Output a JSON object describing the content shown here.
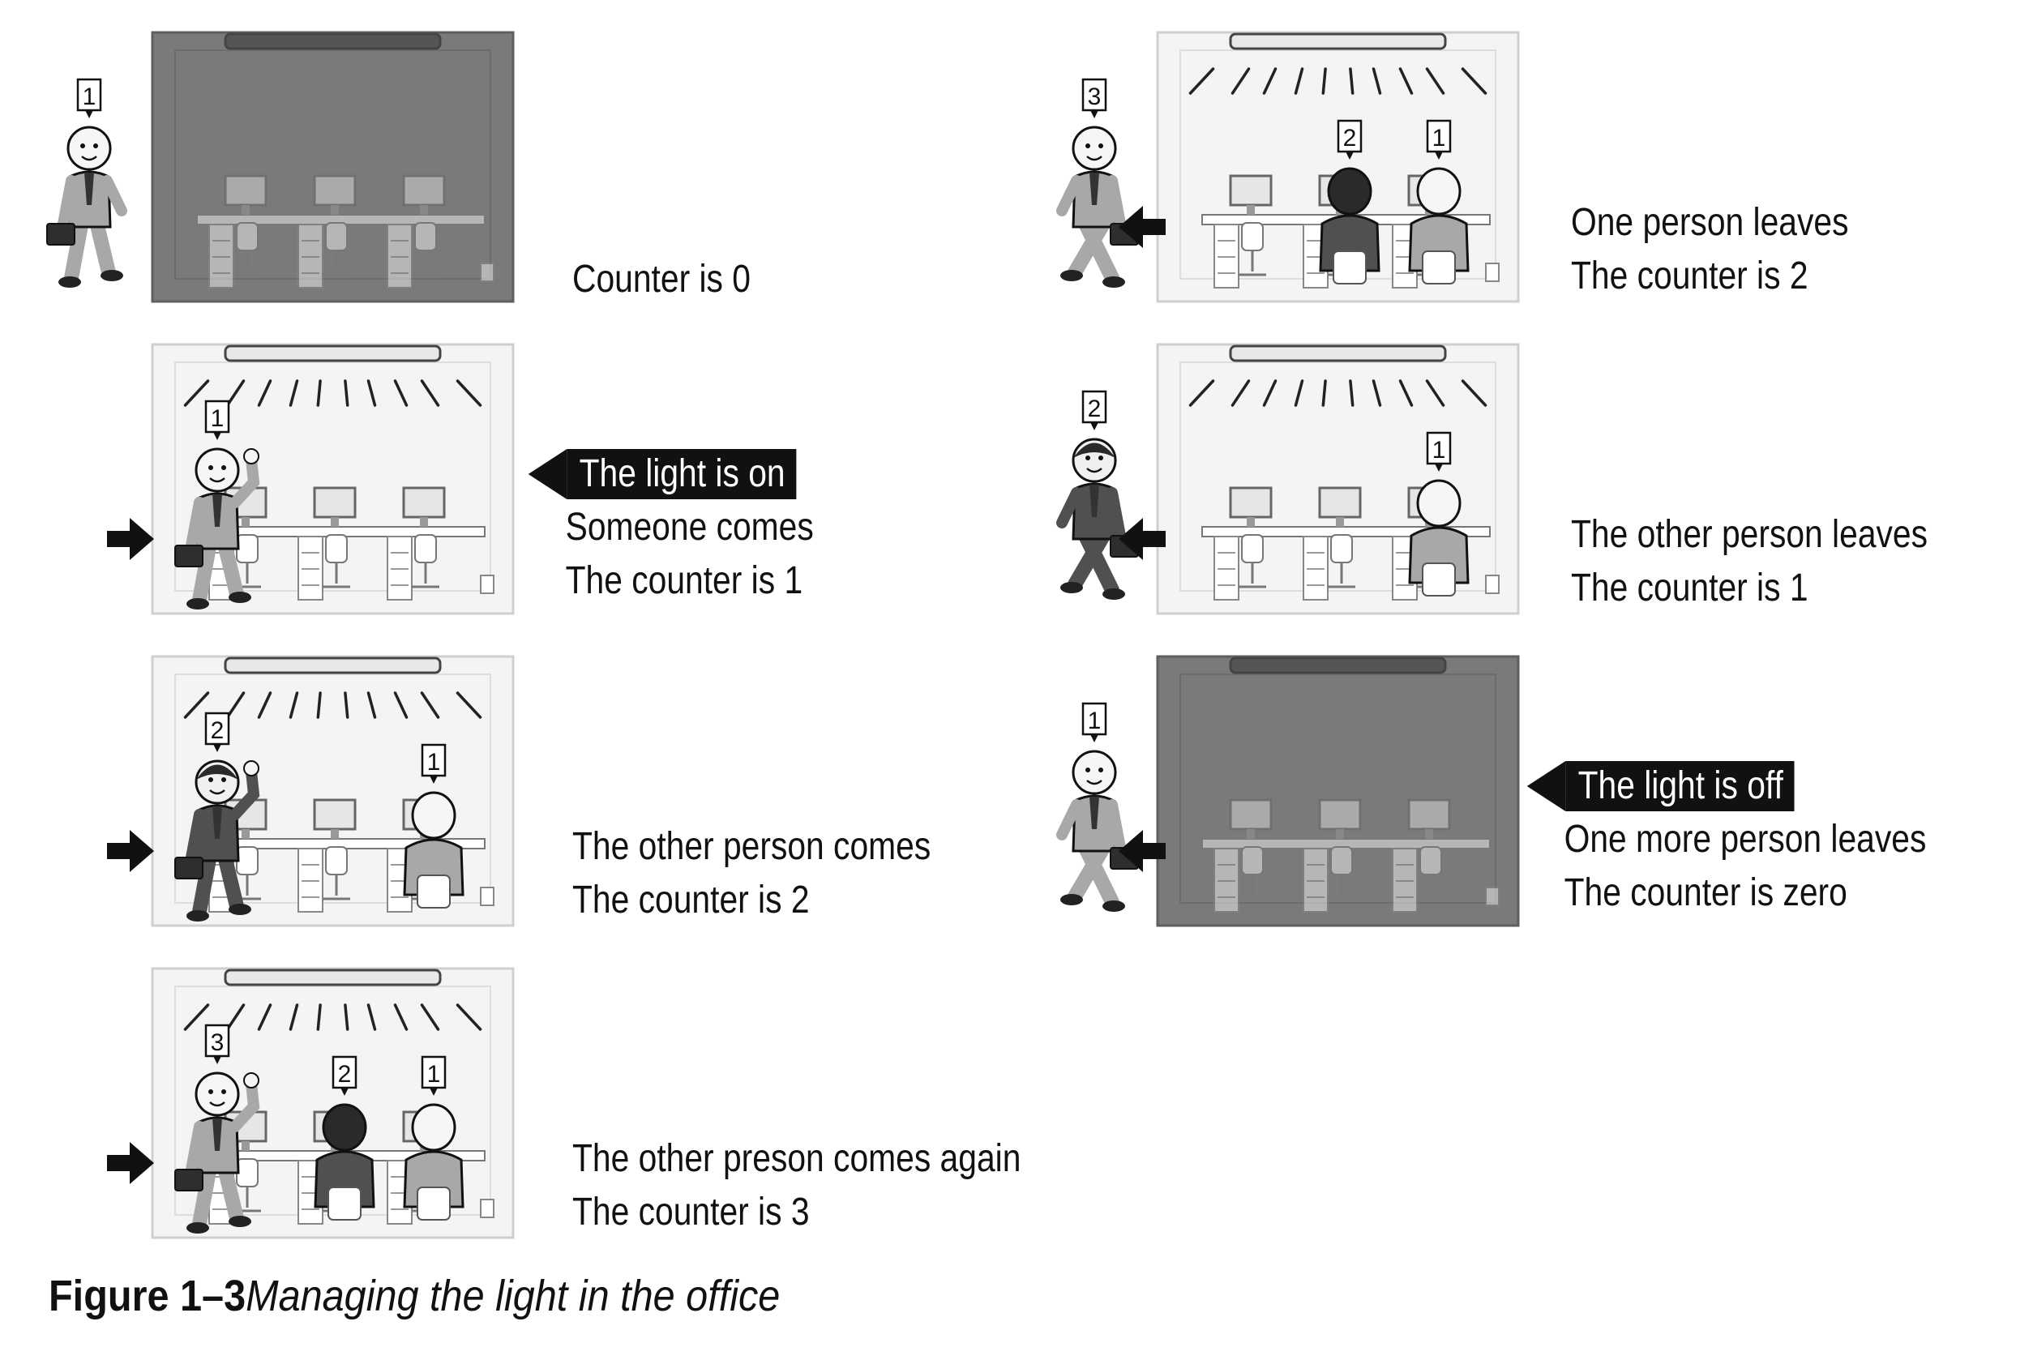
{
  "scenes": [
    {
      "id": "left-1",
      "light": "off",
      "arrow": "none",
      "arrow_dir": "none",
      "outside": {
        "num": "1",
        "pose": "walk",
        "suit": "light"
      },
      "inside": [],
      "caption": {
        "tag": "",
        "lines": [
          "Counter is 0"
        ]
      }
    },
    {
      "id": "left-2",
      "light": "on",
      "arrow": "in",
      "arrow_dir": "right",
      "outside": null,
      "inside": [
        {
          "num": "1",
          "pose": "wave",
          "suit": "light",
          "slot": "entry"
        }
      ],
      "caption": {
        "tag": "The light is on",
        "lines": [
          "Someone comes",
          "The counter is 1"
        ]
      }
    },
    {
      "id": "left-3",
      "light": "on",
      "arrow": "in",
      "arrow_dir": "right",
      "outside": null,
      "inside": [
        {
          "num": "2",
          "pose": "wave",
          "suit": "dark",
          "slot": "entry"
        },
        {
          "num": "1",
          "pose": "sit",
          "suit": "light",
          "slot": "desk3"
        }
      ],
      "caption": {
        "tag": "",
        "lines": [
          "The other person comes",
          "The counter is 2"
        ]
      }
    },
    {
      "id": "left-4",
      "light": "on",
      "arrow": "in",
      "arrow_dir": "right",
      "outside": null,
      "inside": [
        {
          "num": "3",
          "pose": "wave",
          "suit": "light",
          "slot": "entry"
        },
        {
          "num": "2",
          "pose": "sit",
          "suit": "dark",
          "slot": "desk2"
        },
        {
          "num": "1",
          "pose": "sit",
          "suit": "light",
          "slot": "desk3"
        }
      ],
      "caption": {
        "tag": "",
        "lines": [
          "The other preson comes again",
          "The counter is 3"
        ]
      }
    },
    {
      "id": "right-1",
      "light": "on",
      "arrow": "out",
      "arrow_dir": "left",
      "outside": {
        "num": "3",
        "pose": "walk",
        "suit": "light"
      },
      "inside": [
        {
          "num": "2",
          "pose": "sit",
          "suit": "dark",
          "slot": "desk2"
        },
        {
          "num": "1",
          "pose": "sit",
          "suit": "light",
          "slot": "desk3"
        }
      ],
      "caption": {
        "tag": "",
        "lines": [
          "One person leaves",
          "The counter is 2"
        ]
      }
    },
    {
      "id": "right-2",
      "light": "on",
      "arrow": "out",
      "arrow_dir": "left",
      "outside": {
        "num": "2",
        "pose": "walk",
        "suit": "dark"
      },
      "inside": [
        {
          "num": "1",
          "pose": "sit",
          "suit": "light",
          "slot": "desk3"
        }
      ],
      "caption": {
        "tag": "",
        "lines": [
          "The other person leaves",
          "The counter is 1"
        ]
      }
    },
    {
      "id": "right-3",
      "light": "off",
      "arrow": "out",
      "arrow_dir": "left",
      "outside": {
        "num": "1",
        "pose": "walk",
        "suit": "light"
      },
      "inside": [],
      "caption": {
        "tag": "The light is off",
        "lines": [
          "One more person leaves",
          "The counter is zero"
        ]
      }
    }
  ],
  "figure": {
    "number": "Figure 1–3",
    "title": "Managing the light in the office"
  },
  "colors": {
    "room_dark": "#7a7a7a",
    "room_light": "#f4f4f4",
    "suit_light": "#a8a8a8",
    "suit_dark": "#505050",
    "ink": "#111111",
    "tag_bg": "#111111"
  }
}
